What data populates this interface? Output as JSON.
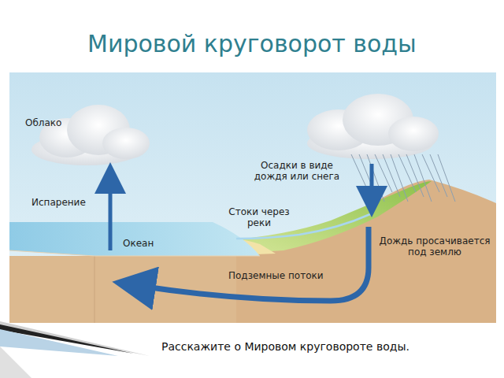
{
  "diagram": {
    "title": "Мировой круговорот воды",
    "caption": "Расскажите о Мировом круговороте воды.",
    "labels": [
      "Облако",
      "Осадки в виде дождя или снега",
      "Испарение",
      "Стоки через реки",
      "Океан",
      "Дождь просачивается под землю",
      "Подземные потоки"
    ]
  }
}
